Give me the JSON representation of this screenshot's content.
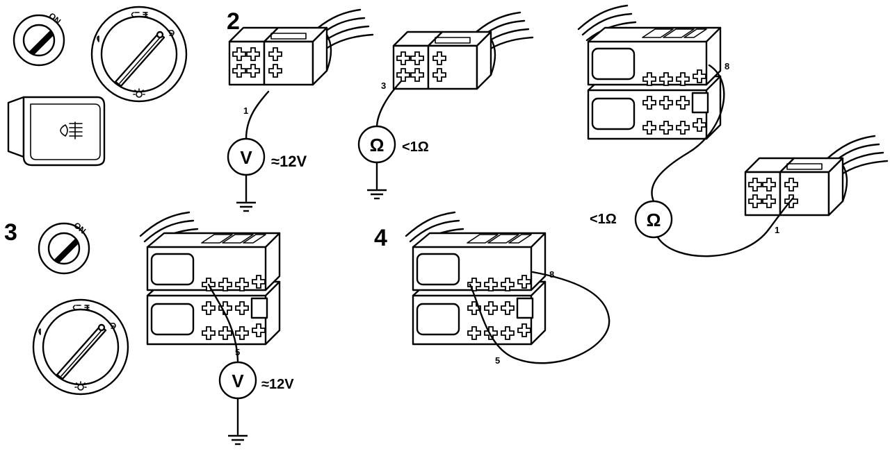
{
  "steps": {
    "step2": "2",
    "step3": "3",
    "step4": "4"
  },
  "switch": {
    "on_label": "ON"
  },
  "meters": {
    "voltmeter_symbol": "V",
    "ohmmeter_symbol": "Ω",
    "reading_12v_a": "≈12V",
    "reading_12v_b": "≈12V",
    "reading_ohm_a": "<1Ω",
    "reading_ohm_b": "<1Ω"
  },
  "pins": {
    "pin1_a": "1",
    "pin3": "3",
    "pin8_a": "8",
    "pin1_b": "1",
    "pin5_a": "5",
    "pin5_b": "5",
    "pin8_b": "8"
  },
  "icons": [
    "ignition-key-icon",
    "light-switch-icon",
    "fog-light-switch-icon",
    "ground-icon",
    "voltmeter-icon",
    "ohmmeter-icon",
    "connector-icon"
  ]
}
